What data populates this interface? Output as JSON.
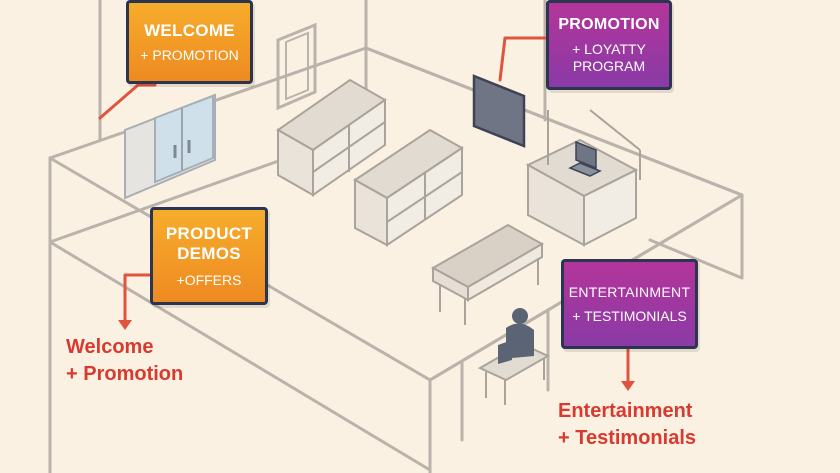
{
  "signs": {
    "welcome": {
      "title": "WELCOME",
      "subtitle": "+ PROMOTION"
    },
    "promotion": {
      "title": "PROMOTION",
      "subtitle_line1": "+ LOYATTY",
      "subtitle_line2": "PROGRAM"
    },
    "product_demos": {
      "title_line1": "PRODUCT",
      "title_line2": "DEMOS",
      "subtitle": "+OFFERS"
    },
    "entertainment": {
      "title": "ENTERTAINMENT",
      "subtitle": "+ TESTIMONIALS"
    }
  },
  "callouts": {
    "left": {
      "line1": "Welcome",
      "line2": "+ Promotion"
    },
    "right": {
      "line1": "Entertainment",
      "line2": "+ Testimonials"
    }
  },
  "colors": {
    "background": "#fbf1e2",
    "orange_sign": "#f2992a",
    "purple_sign": "#9b379f",
    "sign_border": "#2b3550",
    "arrow": "#e0533d",
    "callout_text": "#d83a2f",
    "wall_outline": "#b9b3ab",
    "screen": "#6f7584"
  }
}
